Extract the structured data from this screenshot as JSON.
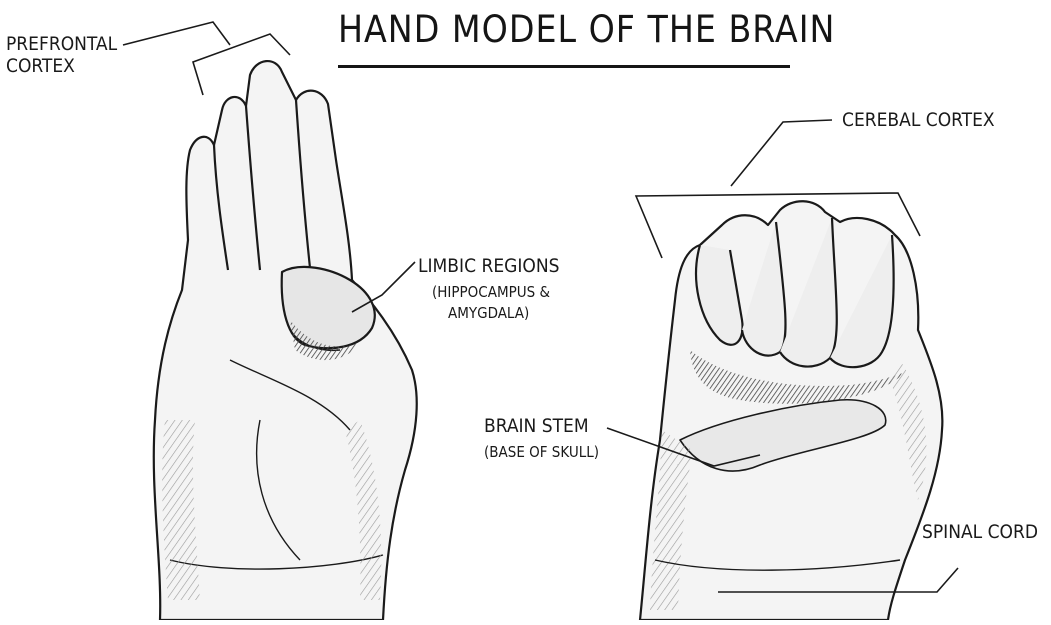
{
  "title": "HAND MODEL OF THE BRAIN",
  "labels": {
    "prefrontal_line1": "PREFRONTAL",
    "prefrontal_line2": "CORTEX",
    "cerebal": "CEREBAL CORTEX",
    "limbic_title": "LIMBIC REGIONS",
    "limbic_sub1": "(HIPPOCAMPUS &",
    "limbic_sub2": "AMYGDALA)",
    "brain_stem": "BRAIN STEM",
    "brain_stem_sub": "(BASE OF SKULL)",
    "spinal_cord": "SPINAL CORD"
  },
  "colors": {
    "ink": "#1a1a1a",
    "skin": "#f4f4f4",
    "shade": "#8a8a8a",
    "dark_shade": "#3a3a3a"
  }
}
